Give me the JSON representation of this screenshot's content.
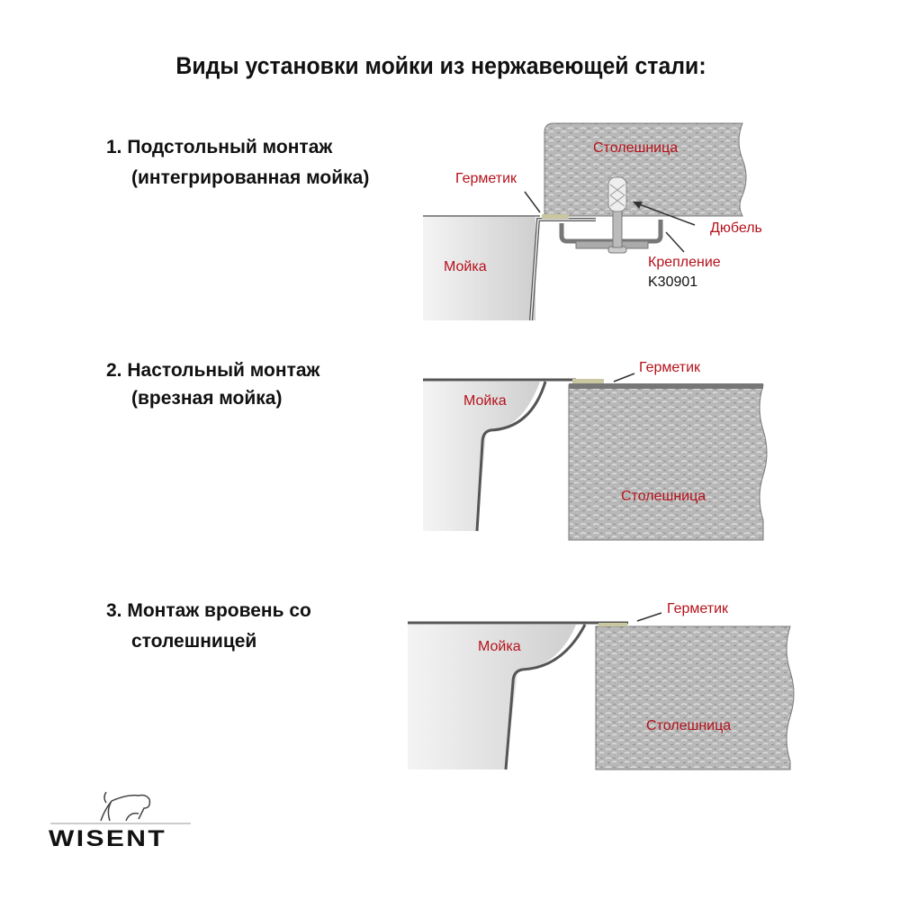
{
  "title": "Виды установки мойки из нержавеющей стали:",
  "sections": [
    {
      "line1": "1. Подстольный монтаж",
      "line2": "(интегрированная мойка)"
    },
    {
      "line1": "2. Настольный монтаж",
      "line2": "(врезная мойка)"
    },
    {
      "line1": "3. Монтаж вровень со",
      "line2": "столешницей"
    }
  ],
  "diagram1": {
    "countertop": "Столешница",
    "sealant": "Герметик",
    "dowel": "Дюбель",
    "mount": "Крепление",
    "mount_code": "K30901",
    "sink": "Мойка"
  },
  "diagram2": {
    "sealant": "Герметик",
    "sink": "Мойка",
    "countertop": "Столешница"
  },
  "diagram3": {
    "sealant": "Герметик",
    "sink": "Мойка",
    "countertop": "Столешница"
  },
  "logo": {
    "text": "WISENT"
  },
  "colors": {
    "label_red": "#b5121b",
    "countertop": "#b9b9b9"
  }
}
